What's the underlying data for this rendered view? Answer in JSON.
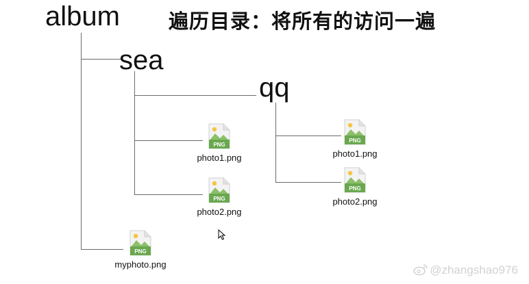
{
  "title": "遍历目录：将所有的访问一遍",
  "tree": {
    "root": {
      "name": "album"
    },
    "sea": {
      "name": "sea"
    },
    "qq": {
      "name": "qq"
    },
    "files": {
      "sea_photo1": {
        "name": "photo1.png",
        "badge": "PNG"
      },
      "sea_photo2": {
        "name": "photo2.png",
        "badge": "PNG"
      },
      "qq_photo1": {
        "name": "photo1.png",
        "badge": "PNG"
      },
      "qq_photo2": {
        "name": "photo2.png",
        "badge": "PNG"
      },
      "myphoto": {
        "name": "myphoto.png",
        "badge": "PNG"
      }
    }
  },
  "watermark": {
    "text": "@zhangshao976",
    "icon": "weibo-icon"
  },
  "colors": {
    "line": "#6b6b6b",
    "icon_green": "#6aa84f",
    "icon_sun": "#f4c542",
    "watermark": "#d2d2d2"
  }
}
